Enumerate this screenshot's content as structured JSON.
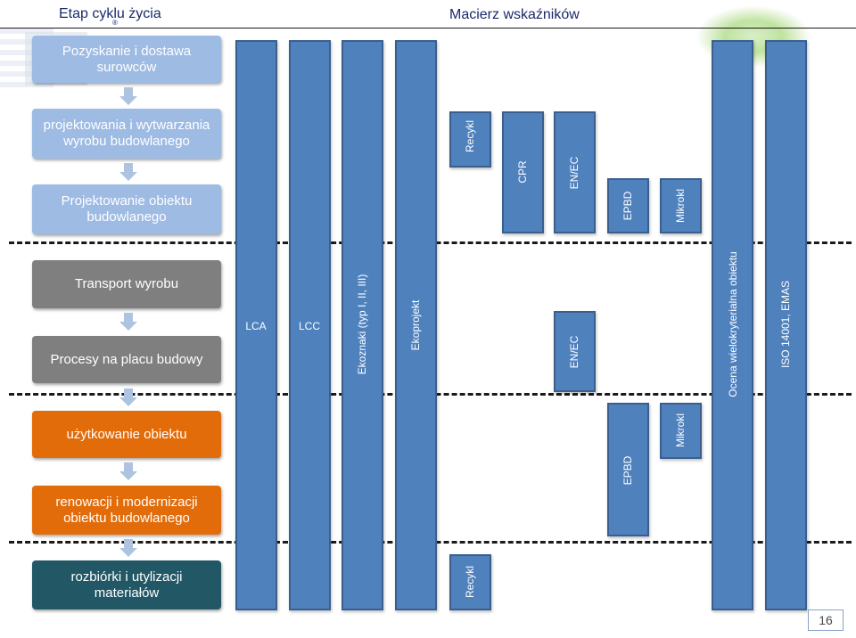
{
  "header": {
    "left_title": "Etap cyklu życia",
    "right_title": "Macierz wskaźników",
    "registered_mark": "®"
  },
  "stages": [
    {
      "label": "Pozyskanie i dostawa surowców"
    },
    {
      "label": "projektowania i wytwarzania wyrobu budowlanego"
    },
    {
      "label": "Projektowanie obiektu budowlanego"
    },
    {
      "label": "Transport wyrobu"
    },
    {
      "label": "Procesy na placu budowy"
    },
    {
      "label": "użytkowanie obiektu"
    },
    {
      "label": "renowacji i modernizacji obiektu budowlanego"
    },
    {
      "label": "rozbiórki i utylizacji materiałów"
    }
  ],
  "indicators": {
    "lca": "LCA",
    "lcc": "LCC",
    "ekoznaki": "Ekoznaki (typ I, II, III)",
    "ekoprojekt": "Ekoprojekt",
    "recykl_top": "Recykl",
    "cpr": "CPR",
    "en_ec_top": "EN/EC",
    "epbd_top": "EPBD",
    "mikrokl_top": "Mikrokl",
    "en_ec_mid": "EN/EC",
    "mikrokl_bottom": "Mikrokl",
    "epbd_bottom": "EPBD",
    "recykl_bottom": "Recykl",
    "ocena": "Ocena wielokryterialna obiektu",
    "iso": "ISO 14001, EMAS"
  },
  "page_number": "16",
  "colors": {
    "bar_fill": "#4f81bd",
    "stage_blue": "#9dbbe3",
    "stage_gray": "#7f7f7f",
    "stage_orange": "#e36c0a",
    "stage_teal": "#225866"
  }
}
